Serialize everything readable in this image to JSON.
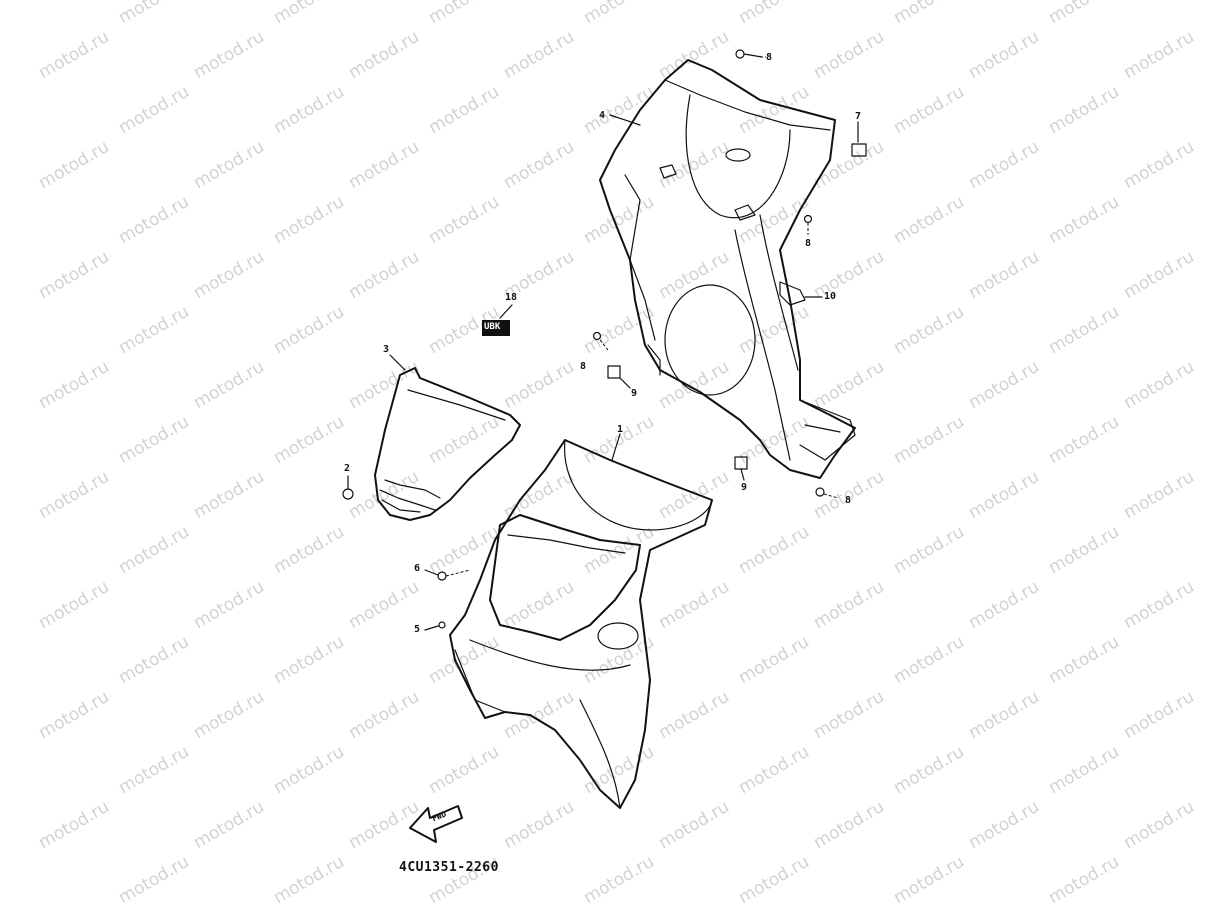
{
  "watermark": "motod.ru",
  "drawing_code": "4CU1351-2260",
  "fwd_label": "FWD",
  "part_badge": "UBK",
  "callouts": {
    "p1": "1",
    "p2": "2",
    "p3": "3",
    "p4": "4",
    "p5": "5",
    "p6": "6",
    "p7": "7",
    "p8a": "8",
    "p8b": "8",
    "p8c": "8",
    "p8d": "8",
    "p9a": "9",
    "p9b": "9",
    "p10": "10",
    "p18": "18"
  },
  "colors": {
    "line": "#111111",
    "watermark": "#d2d2d2",
    "background": "#ffffff"
  }
}
